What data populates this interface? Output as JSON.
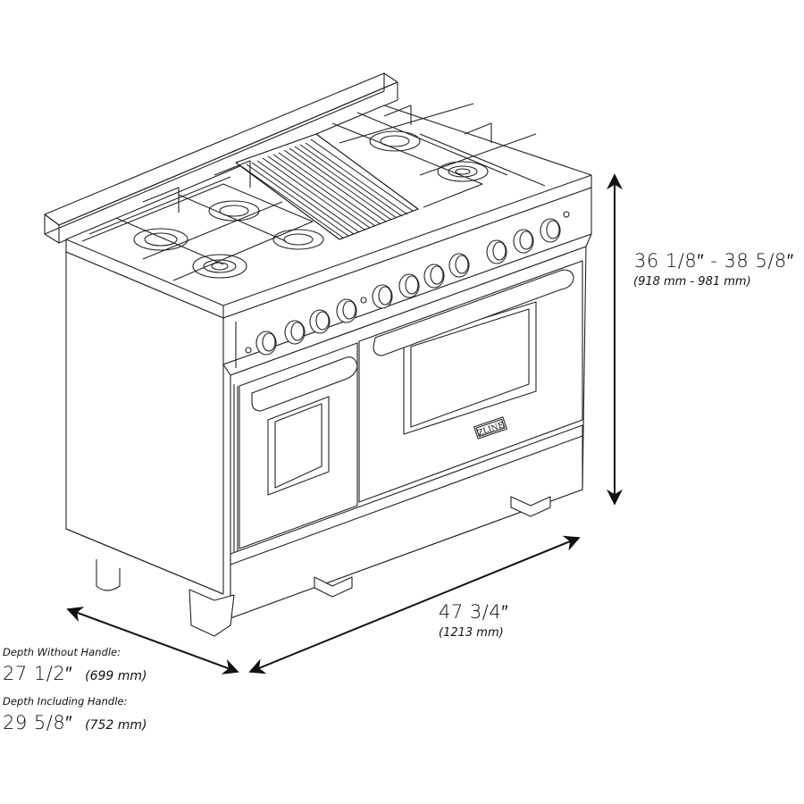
{
  "diagram": {
    "subject": "48-inch dual fuel range with griddle, isometric line drawing",
    "brand_badge": "ZLINE",
    "line_color": "#111111",
    "background": "#ffffff"
  },
  "dimensions": {
    "height": {
      "imperial": "36 1/8″ - 38 5/8″",
      "metric": "(918 mm - 981 mm)"
    },
    "width": {
      "imperial": "47 3/4″",
      "metric": "(1213 mm)"
    },
    "depth_without_handle": {
      "title": "Depth Without Handle:",
      "imperial": "27 1/2″",
      "metric": "(699 mm)"
    },
    "depth_including_handle": {
      "title": "Depth Including Handle:",
      "imperial": "29 5/8″",
      "metric": "(752 mm)"
    }
  }
}
